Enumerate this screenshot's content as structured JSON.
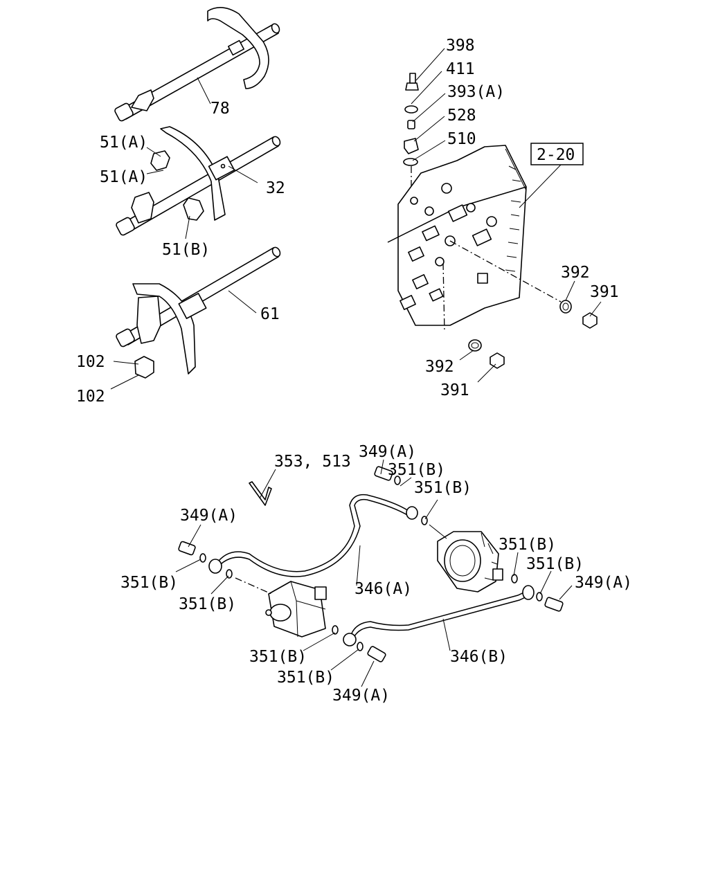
{
  "callouts": {
    "p398": "398",
    "p411": "411",
    "p393a": "393(A)",
    "p528": "528",
    "p510": "510",
    "ref_2_20": "2-20",
    "p392_right": "392",
    "p391_right": "391",
    "p392_lower": "392",
    "p391_lower": "391",
    "p78": "78",
    "p51a_1": "51(A)",
    "p51a_2": "51(A)",
    "p32": "32",
    "p51b": "51(B)",
    "p61": "61",
    "p102_1": "102",
    "p102_2": "102",
    "p353_513": "353, 513",
    "p349a_top": "349(A)",
    "p351b_top1": "351(B)",
    "p351b_top2": "351(B)",
    "p349a_left": "349(A)",
    "p351b_left1": "351(B)",
    "p351b_left2": "351(B)",
    "p346a": "346(A)",
    "p351b_right1": "351(B)",
    "p351b_right2": "351(B)",
    "p349a_right": "349(A)",
    "p351b_bottom1": "351(B)",
    "p351b_bottom2": "351(B)",
    "p349a_bottom": "349(A)",
    "p346b": "346(B)"
  }
}
